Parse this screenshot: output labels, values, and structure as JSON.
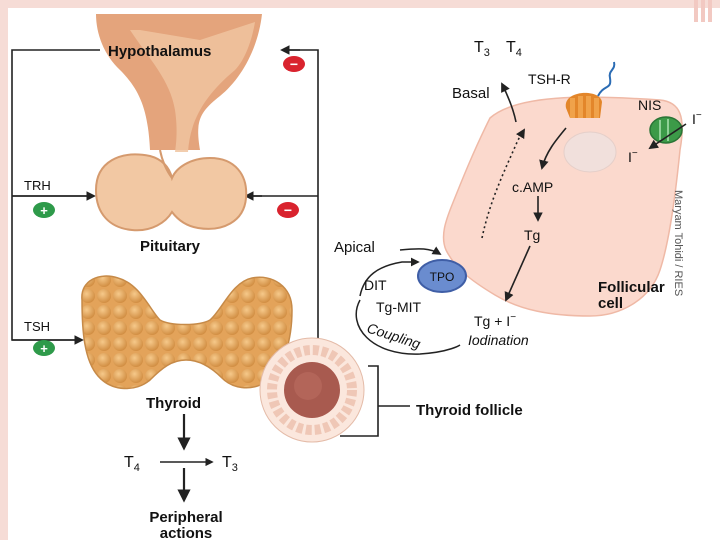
{
  "labels": {
    "hypothalamus": "Hypothalamus",
    "pituitary": "Pituitary",
    "thyroid": "Thyroid",
    "trh": "TRH",
    "tsh": "TSH",
    "t4": "T",
    "t4_sub": "4",
    "t3": "T",
    "t3_sub": "3",
    "peripheral_line1": "Peripheral",
    "peripheral_line2": "actions",
    "thyroid_follicle": "Thyroid follicle",
    "basal": "Basal",
    "top_t3": "T",
    "top_t3_sub": "3",
    "top_t4": "T",
    "top_t4_sub": "4",
    "tsh_r": "TSH-R",
    "nis": "NIS",
    "iodide_out": "I",
    "iodide_in": "I",
    "camp": "c.AMP",
    "tg": "Tg",
    "apical": "Apical",
    "tpo": "TPO",
    "dit": "DIT",
    "tg_mit": "Tg-MIT",
    "coupling": "Coupling",
    "tg_plus_i": "Tg  +  I",
    "iodination": "Iodination",
    "follicular_line1": "Follicular",
    "follicular_line2": "cell",
    "watermark": "Maryam Tohidi / RIES"
  },
  "signs": {
    "hypothalamus_feedback": "−",
    "pituitary_feedback": "−",
    "trh_effect": "+",
    "tsh_effect": "+",
    "iodide_charge": "−"
  },
  "colors": {
    "plus": "#2e9a4a",
    "minus": "#d9232e",
    "frame_accent": "#f2c9c2",
    "cell_fill": "#f9d7cc",
    "gland_fill": "#e8a85a"
  }
}
